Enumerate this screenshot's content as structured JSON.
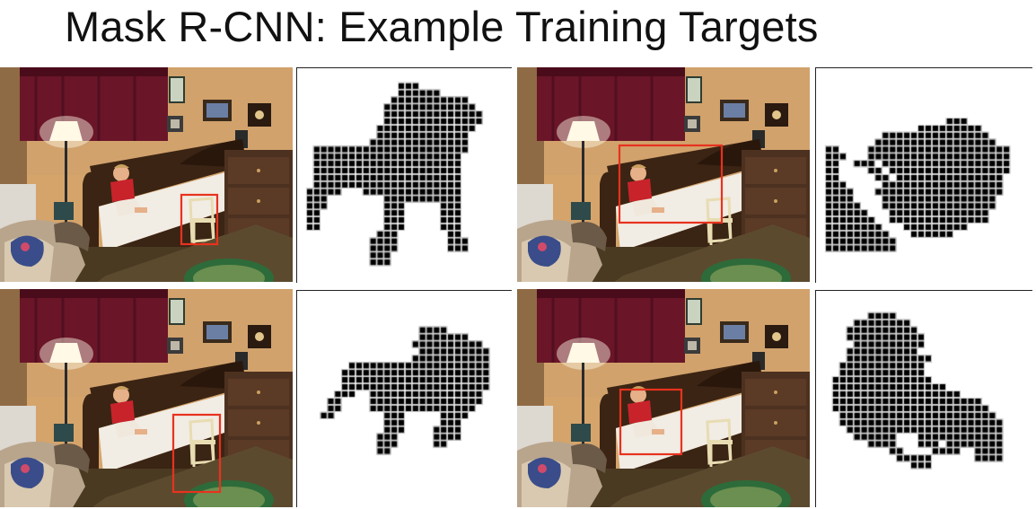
{
  "slide": {
    "title": "Mask R-CNN: Example Training Targets"
  },
  "colors": {
    "box_outline": "#e8321e",
    "mask_fill": "#000000",
    "mask_grid": "#ffffff",
    "wall": "#d5a46b",
    "curtain": "#6a1528",
    "floor": "#4a3a22",
    "bed_frame": "#3b2413",
    "dresser": "#4d3120"
  },
  "examples": [
    {
      "object": "chair",
      "row": 1,
      "col": 1
    },
    {
      "object": "person",
      "row": 1,
      "col": 2
    },
    {
      "object": "chair",
      "row": 2,
      "col": 1
    },
    {
      "object": "person",
      "row": 2,
      "col": 2
    }
  ]
}
